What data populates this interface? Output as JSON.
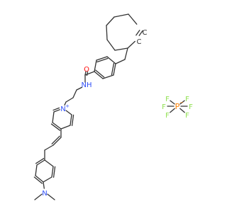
{
  "molecule": {
    "atom_labels": {
      "carbonyl_oxygen": "O",
      "amide_nitrogen": "NH",
      "pyridinium_nitrogen": "N",
      "pyridinium_charge": "+",
      "amine_nitrogen": "N",
      "alkyne_carbon_1": "C",
      "alkyne_carbon_2": "C"
    },
    "counterion": {
      "phosphorus": "P",
      "phosphorus_charge": "−",
      "fluorine": "F"
    },
    "colors": {
      "bond": "#333333",
      "oxygen": "#ff0d0d",
      "nitrogen": "#3050f8",
      "phosphorus": "#ff8000",
      "fluorine": "#90e050",
      "carbon": "#333333"
    }
  }
}
